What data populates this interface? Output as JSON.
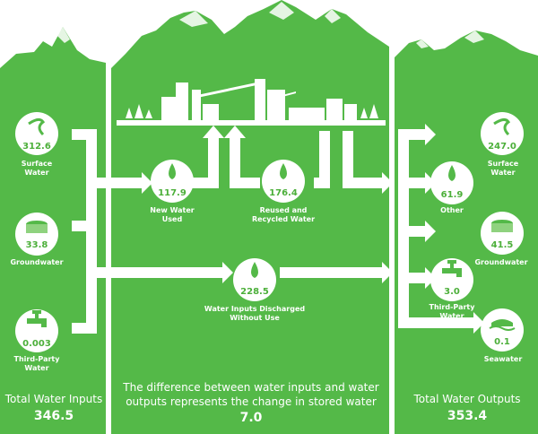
{
  "colors": {
    "green": "#54b948",
    "light_green": "#8fd27f",
    "white": "#ffffff"
  },
  "inputs": {
    "surface": {
      "value": "312.6",
      "label": "Surface\nWater",
      "icon": "river-icon"
    },
    "ground": {
      "value": "33.8",
      "label": "Groundwater",
      "icon": "ground-icon"
    },
    "third_party": {
      "value": "0.003",
      "label": "Third-Party\nWater",
      "icon": "faucet-icon"
    },
    "total_label": "Total Water Inputs",
    "total_value": "346.5"
  },
  "center": {
    "new_water": {
      "value": "117.9",
      "label": "New Water\nUsed",
      "icon": "water-drop-icon"
    },
    "reused": {
      "value": "176.4",
      "label": "Reused and\nRecycled Water",
      "icon": "water-drop-icon"
    },
    "discharged": {
      "value": "228.5",
      "label": "Water Inputs Discharged\nWithout Use",
      "icon": "water-drop-icon"
    },
    "difference_text": "The difference between water inputs and water outputs represents the change in stored water",
    "difference_value": "7.0"
  },
  "outputs": {
    "surface": {
      "value": "247.0",
      "label": "Surface\nWater",
      "icon": "river-icon"
    },
    "other": {
      "value": "61.9",
      "label": "Other",
      "icon": "water-drop-icon"
    },
    "ground": {
      "value": "41.5",
      "label": "Groundwater",
      "icon": "ground-icon"
    },
    "third_party": {
      "value": "3.0",
      "label": "Third-Party\nWater",
      "icon": "faucet-icon"
    },
    "seawater": {
      "value": "0.1",
      "label": "Seawater",
      "icon": "wave-icon"
    },
    "total_label": "Total Water Outputs",
    "total_value": "353.4"
  }
}
